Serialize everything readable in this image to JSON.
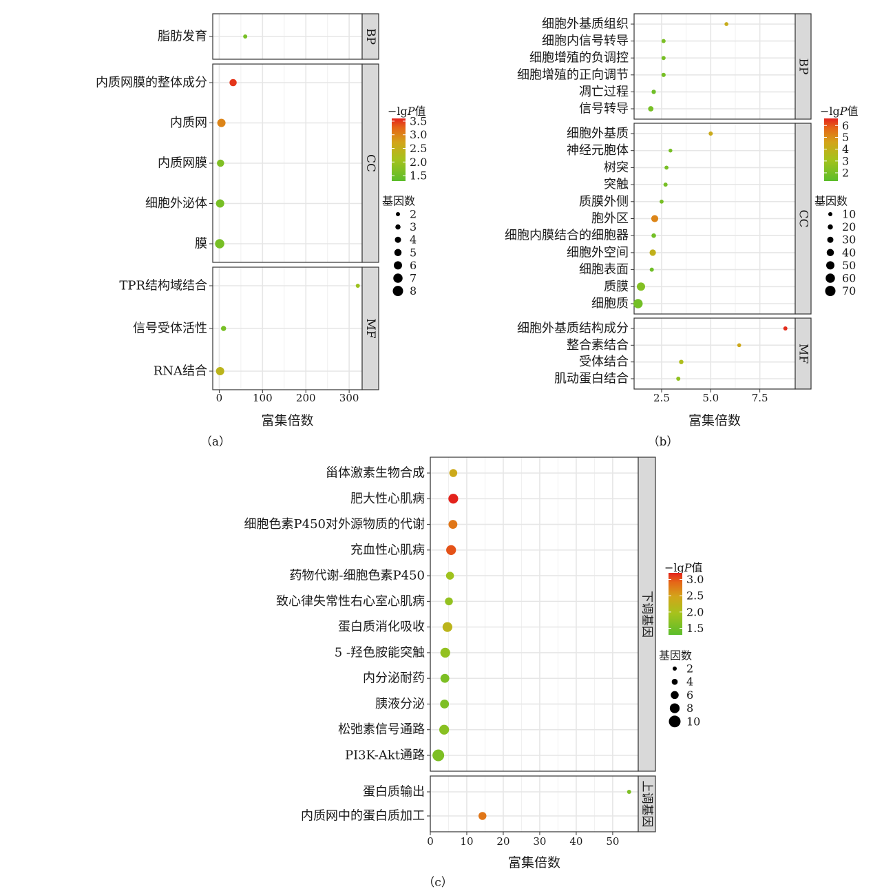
{
  "chart_data": [
    {
      "id": "a",
      "type": "scatter",
      "panel_label": "（a）",
      "xlabel": "富集倍数",
      "xticks": [
        0,
        100,
        200,
        300
      ],
      "xlim": [
        -15,
        330
      ],
      "color_legend": {
        "title_prefix": "−lg",
        "title_italic": "P",
        "title_suffix": "值",
        "ticks": [
          "3.5",
          "3.0",
          "2.5",
          "2.0",
          "1.5"
        ],
        "range": [
          1.3,
          3.6
        ]
      },
      "size_legend": {
        "title": "基因数",
        "values": [
          2,
          3,
          4,
          5,
          6,
          7,
          8
        ]
      },
      "facets": [
        {
          "strip": "BP",
          "categories": [
            "脂肪发育"
          ],
          "points": [
            {
              "x": 60,
              "count": 2,
              "neglogp": 1.6
            }
          ]
        },
        {
          "strip": "CC",
          "categories": [
            "内质网膜的整体成分",
            "内质网",
            "内质网膜",
            "细胞外泌体",
            "膜"
          ],
          "points": [
            {
              "x": 32,
              "count": 5,
              "neglogp": 3.5
            },
            {
              "x": 5,
              "count": 6,
              "neglogp": 3.0
            },
            {
              "x": 3,
              "count": 5,
              "neglogp": 1.7
            },
            {
              "x": 2,
              "count": 6,
              "neglogp": 1.6
            },
            {
              "x": 1,
              "count": 7,
              "neglogp": 1.6
            }
          ]
        },
        {
          "strip": "MF",
          "categories": [
            "TPR结构域结合",
            "信号受体活性",
            "RNA结合"
          ],
          "points": [
            {
              "x": 320,
              "count": 2,
              "neglogp": 2.0
            },
            {
              "x": 10,
              "count": 3,
              "neglogp": 1.6
            },
            {
              "x": 2,
              "count": 6,
              "neglogp": 2.4
            }
          ]
        }
      ]
    },
    {
      "id": "b",
      "type": "scatter",
      "panel_label": "（b）",
      "xlabel": "富集倍数",
      "xticks": [
        "2.5",
        "5.0",
        "7.5"
      ],
      "xtick_values": [
        2.5,
        5.0,
        7.5
      ],
      "xlim": [
        1.1,
        9.3
      ],
      "color_legend": {
        "title_prefix": "−lg",
        "title_italic": "P",
        "title_suffix": "值",
        "ticks": [
          "6",
          "5",
          "4",
          "3",
          "2"
        ],
        "range": [
          1.3,
          6.6
        ]
      },
      "size_legend": {
        "title": "基因数",
        "values": [
          10,
          20,
          30,
          40,
          50,
          60,
          70
        ]
      },
      "facets": [
        {
          "strip": "BP",
          "categories": [
            "细胞外基质组织",
            "细胞内信号转导",
            "细胞增殖的负调控",
            "细胞增殖的正向调节",
            "凋亡过程",
            "信号转导"
          ],
          "points": [
            {
              "x": 5.8,
              "count": 8,
              "neglogp": 4.2
            },
            {
              "x": 2.6,
              "count": 10,
              "neglogp": 2.1
            },
            {
              "x": 2.6,
              "count": 10,
              "neglogp": 2.0
            },
            {
              "x": 2.6,
              "count": 11,
              "neglogp": 2.0
            },
            {
              "x": 2.1,
              "count": 12,
              "neglogp": 1.8
            },
            {
              "x": 1.95,
              "count": 22,
              "neglogp": 2.0
            }
          ]
        },
        {
          "strip": "CC",
          "categories": [
            "细胞外基质",
            "神经元胞体",
            "树突",
            "突触",
            "质膜外侧",
            "胞外区",
            "细胞内膜结合的细胞器",
            "细胞外空间",
            "细胞表面",
            "质膜",
            "细胞质"
          ],
          "points": [
            {
              "x": 5.0,
              "count": 11,
              "neglogp": 4.3
            },
            {
              "x": 2.95,
              "count": 7,
              "neglogp": 2.0
            },
            {
              "x": 2.75,
              "count": 9,
              "neglogp": 2.0
            },
            {
              "x": 2.7,
              "count": 10,
              "neglogp": 2.0
            },
            {
              "x": 2.5,
              "count": 9,
              "neglogp": 2.0
            },
            {
              "x": 2.15,
              "count": 38,
              "neglogp": 5.2
            },
            {
              "x": 2.1,
              "count": 14,
              "neglogp": 1.9
            },
            {
              "x": 2.05,
              "count": 32,
              "neglogp": 4.0
            },
            {
              "x": 2.0,
              "count": 10,
              "neglogp": 1.8
            },
            {
              "x": 1.45,
              "count": 50,
              "neglogp": 2.3
            },
            {
              "x": 1.3,
              "count": 60,
              "neglogp": 1.9
            }
          ]
        },
        {
          "strip": "MF",
          "categories": [
            "细胞外基质结构成分",
            "整合素结合",
            "受体结合",
            "肌动蛋白结合"
          ],
          "points": [
            {
              "x": 8.8,
              "count": 10,
              "neglogp": 6.5
            },
            {
              "x": 6.45,
              "count": 8,
              "neglogp": 4.4
            },
            {
              "x": 3.5,
              "count": 13,
              "neglogp": 3.4
            },
            {
              "x": 3.35,
              "count": 10,
              "neglogp": 2.6
            }
          ]
        }
      ]
    },
    {
      "id": "c",
      "type": "scatter",
      "panel_label": "（c）",
      "xlabel": "富集倍数",
      "xticks": [
        0,
        10,
        20,
        30,
        40,
        50
      ],
      "xlim": [
        0,
        57
      ],
      "color_legend": {
        "title_prefix": "−lg",
        "title_italic": "P",
        "title_suffix": "值",
        "ticks": [
          "3.0",
          "2.5",
          "2.0",
          "1.5"
        ],
        "range": [
          1.3,
          3.2
        ]
      },
      "size_legend": {
        "title": "基因数",
        "values": [
          2,
          4,
          6,
          8,
          10
        ]
      },
      "facets": [
        {
          "strip": "下调基因",
          "categories": [
            "甾体激素生物合成",
            "肥大性心肌病",
            "细胞色素P450对外源物质的代谢",
            "充血性心肌病",
            "药物代谢-细胞色素P450",
            "致心律失常性右心室心肌病",
            "蛋白质消化吸收",
            "5 -羟色胺能突触",
            "内分泌耐药",
            "胰液分泌",
            "松弛素信号通路",
            "PI3K-Akt通路"
          ],
          "points": [
            {
              "x": 6.3,
              "count": 6,
              "neglogp": 2.4
            },
            {
              "x": 6.3,
              "count": 8,
              "neglogp": 3.2
            },
            {
              "x": 6.2,
              "count": 7,
              "neglogp": 2.8
            },
            {
              "x": 5.7,
              "count": 8,
              "neglogp": 3.0
            },
            {
              "x": 5.4,
              "count": 6,
              "neglogp": 1.9
            },
            {
              "x": 5.1,
              "count": 6,
              "neglogp": 1.8
            },
            {
              "x": 4.7,
              "count": 8,
              "neglogp": 2.2
            },
            {
              "x": 4.1,
              "count": 8,
              "neglogp": 1.8
            },
            {
              "x": 4.0,
              "count": 7,
              "neglogp": 1.6
            },
            {
              "x": 3.9,
              "count": 7,
              "neglogp": 1.6
            },
            {
              "x": 3.8,
              "count": 8,
              "neglogp": 1.7
            },
            {
              "x": 2.2,
              "count": 10,
              "neglogp": 1.6
            }
          ]
        },
        {
          "strip": "上调基因",
          "categories": [
            "蛋白质输出",
            "内质网中的蛋白质加工"
          ],
          "points": [
            {
              "x": 54.5,
              "count": 2,
              "neglogp": 1.6
            },
            {
              "x": 14.3,
              "count": 6,
              "neglogp": 2.8
            }
          ]
        }
      ]
    }
  ]
}
